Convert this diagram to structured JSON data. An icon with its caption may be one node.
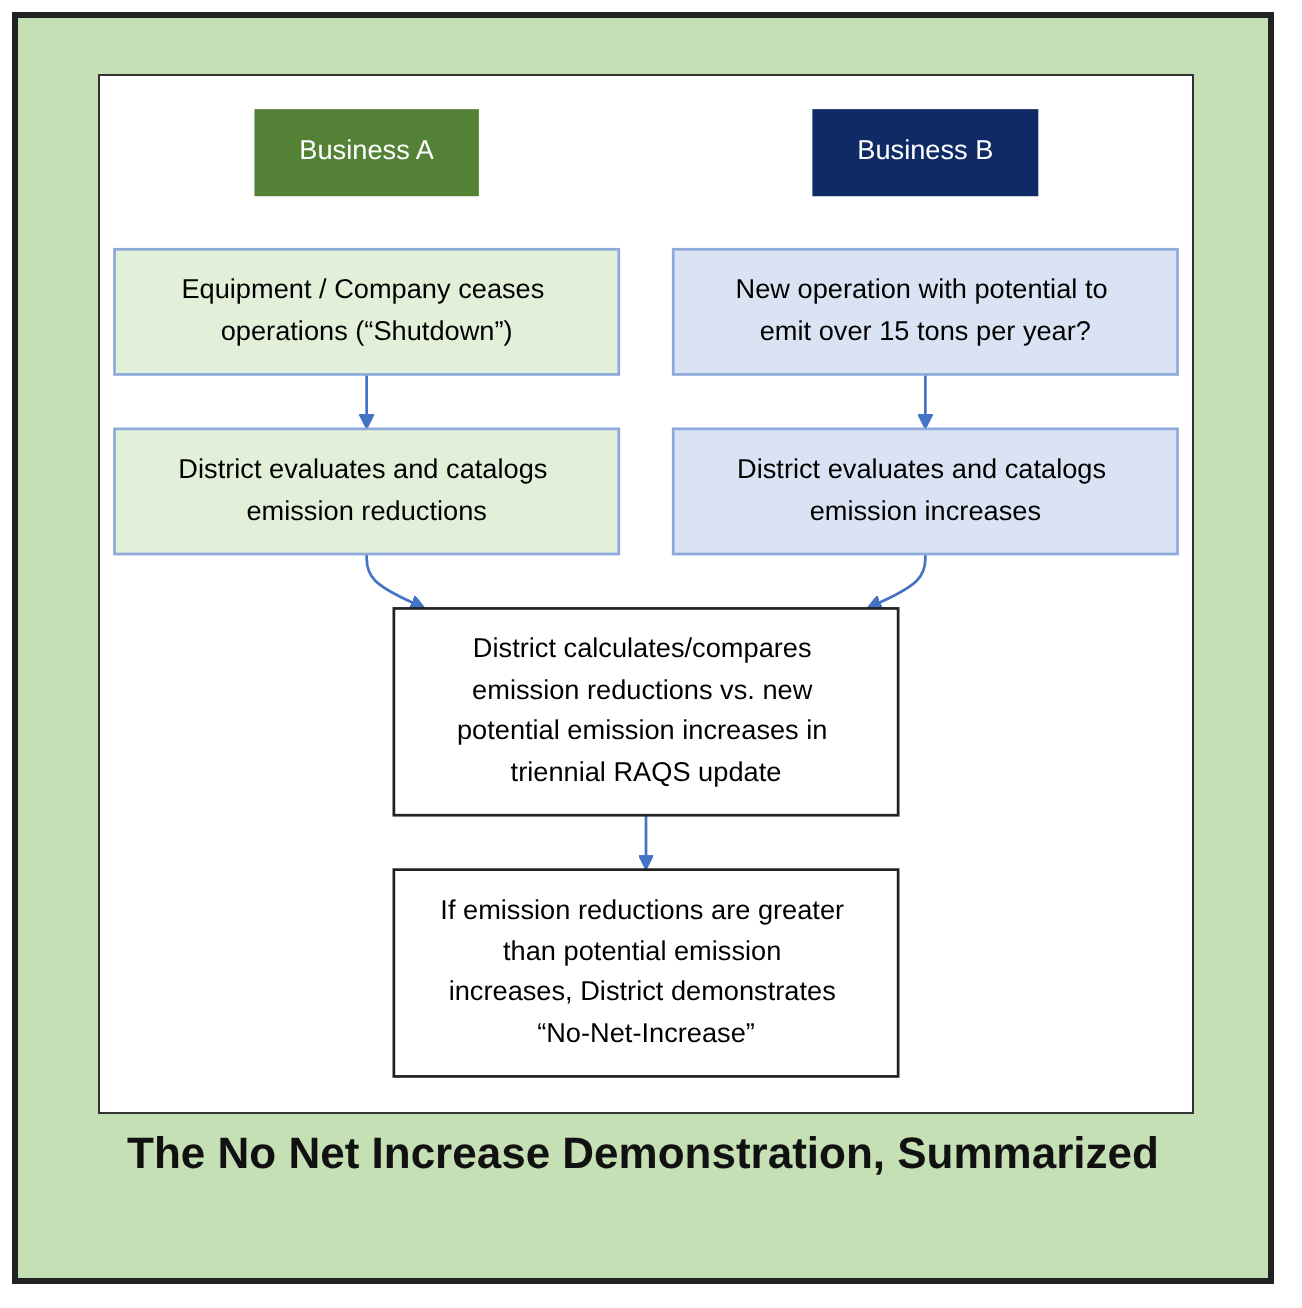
{
  "diagram": {
    "caption": "The No Net Increase Demonstration, Summarized",
    "nodes": [
      {
        "text": [
          "Business A"
        ]
      },
      {
        "text": [
          "Business B"
        ]
      },
      {
        "text": [
          "Equipment / Company ceases operations (“Shutdown”)"
        ]
      },
      {
        "text": [
          "New operation with potential to emit over 15 tons per year?"
        ]
      },
      {
        "text": [
          "District evaluates and catalogs emission reductions"
        ]
      },
      {
        "text": [
          "District evaluates and catalogs emission increases"
        ]
      },
      {
        "text": [
          "District calculates/compares emission reductions vs. new potential emission increases in triennial RAQS update"
        ]
      },
      {
        "text": [
          "If emission reductions are greater than potential emission increases, District demonstrates “No-Net-Increase”"
        ]
      }
    ],
    "edges": [
      {
        "from": 2,
        "to": 4,
        "arrow": "to"
      },
      {
        "from": 3,
        "to": 5,
        "arrow": "to"
      },
      {
        "from": 4,
        "to": 6,
        "arrow": "to"
      },
      {
        "from": 5,
        "to": 6,
        "arrow": "to"
      },
      {
        "from": 6,
        "to": 7,
        "arrow": "to"
      }
    ]
  }
}
